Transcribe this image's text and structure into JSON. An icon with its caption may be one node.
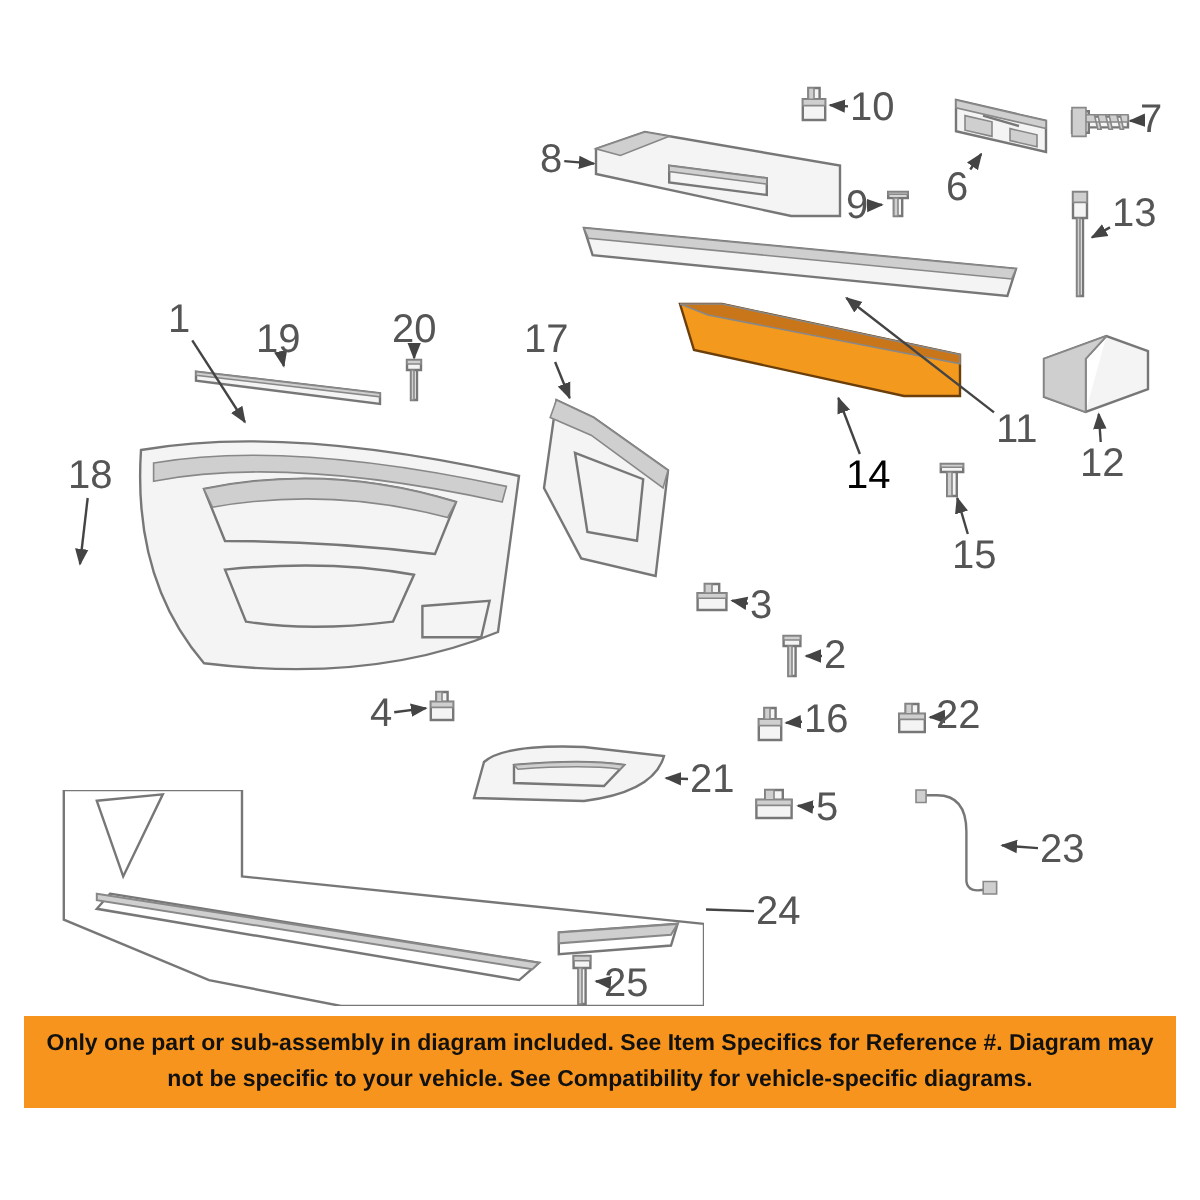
{
  "diagram": {
    "nodes": [
      {
        "text": [],
        "shape": "picture"
      },
      {
        "text": [
          "1"
        ]
      },
      {
        "text": [
          "2"
        ]
      },
      {
        "text": [
          "3"
        ]
      },
      {
        "text": [
          "4"
        ]
      },
      {
        "text": [
          "5"
        ]
      },
      {
        "text": [
          "6"
        ]
      },
      {
        "text": [
          "7"
        ]
      },
      {
        "text": [
          "8"
        ]
      },
      {
        "text": [
          "9"
        ]
      },
      {
        "text": [
          "10"
        ]
      },
      {
        "text": [
          "11"
        ]
      },
      {
        "text": [
          "12"
        ]
      },
      {
        "text": [
          "13"
        ]
      },
      {
        "text": [
          "14"
        ]
      },
      {
        "text": [
          "15"
        ]
      },
      {
        "text": [
          "16"
        ]
      },
      {
        "text": [
          "17"
        ]
      },
      {
        "text": [
          "18"
        ]
      },
      {
        "text": [
          "19"
        ]
      },
      {
        "text": [
          "20"
        ]
      },
      {
        "text": [
          "21"
        ]
      },
      {
        "text": [
          "22"
        ]
      },
      {
        "text": [
          "23"
        ]
      },
      {
        "text": [
          "24"
        ]
      },
      {
        "text": [
          "25"
        ],
        "in": 0
      },
      {
        "text": [],
        "shape": "picture"
      },
      {
        "text": [],
        "shape": "picture"
      },
      {
        "text": [],
        "shape": "picture"
      },
      {
        "text": [],
        "shape": "picture"
      },
      {
        "text": [],
        "shape": "picture"
      },
      {
        "text": [],
        "shape": "picture"
      },
      {
        "text": [],
        "shape": "picture"
      },
      {
        "text": [],
        "shape": "picture"
      },
      {
        "text": [],
        "shape": "picture"
      },
      {
        "text": [],
        "shape": "picture"
      },
      {
        "text": [],
        "shape": "picture"
      },
      {
        "text": [],
        "shape": "picture"
      },
      {
        "text": [],
        "shape": "picture"
      },
      {
        "text": [],
        "shape": "picture"
      },
      {
        "text": [],
        "shape": "picture"
      },
      {
        "text": [],
        "shape": "picture"
      },
      {
        "text": [],
        "shape": "picture"
      },
      {
        "text": [],
        "shape": "picture"
      },
      {
        "text": [],
        "shape": "picture"
      },
      {
        "text": [],
        "shape": "picture"
      },
      {
        "text": [],
        "shape": "picture"
      },
      {
        "text": [],
        "shape": "picture"
      },
      {
        "text": [],
        "shape": "picture",
        "in": 0
      },
      {
        "text": [
          "Only one part or sub-assembly in diagram included. See Item Specifics for Reference #. Diagram may not be specific to your vehicle. See Compatibility for vehicle-specific diagrams."
        ]
      }
    ],
    "edges": [
      {
        "from": 1,
        "to": 26,
        "arrow": "to"
      },
      {
        "from": 2,
        "to": 27,
        "arrow": "to"
      },
      {
        "from": 3,
        "to": 28,
        "arrow": "to"
      },
      {
        "from": 4,
        "to": 29,
        "arrow": "to"
      },
      {
        "from": 5,
        "to": 30,
        "arrow": "to"
      },
      {
        "from": 6,
        "to": 31,
        "arrow": "to"
      },
      {
        "from": 7,
        "to": 32,
        "arrow": "to"
      },
      {
        "from": 8,
        "to": 33,
        "arrow": "to"
      },
      {
        "from": 9,
        "to": 34,
        "arrow": "to"
      },
      {
        "from": 10,
        "to": 35,
        "arrow": "to"
      },
      {
        "from": 11,
        "to": 36,
        "arrow": "to"
      },
      {
        "from": 12,
        "to": 37,
        "arrow": "to"
      },
      {
        "from": 13,
        "to": 38,
        "arrow": "to"
      },
      {
        "from": 14,
        "to": 39,
        "arrow": "to"
      },
      {
        "from": 15,
        "to": 40,
        "arrow": "to"
      },
      {
        "from": 16,
        "to": 41,
        "arrow": "to"
      },
      {
        "from": 17,
        "to": 42,
        "arrow": "to"
      },
      {
        "from": 18,
        "to": null,
        "arrow": "to"
      },
      {
        "from": 19,
        "to": 43,
        "arrow": "to"
      },
      {
        "from": 20,
        "to": 44,
        "arrow": "to"
      },
      {
        "from": 21,
        "to": 45,
        "arrow": "to"
      },
      {
        "from": 22,
        "to": 46,
        "arrow": "to"
      },
      {
        "from": 23,
        "to": 47,
        "arrow": "to"
      },
      {
        "from": 24,
        "to": 0,
        "arrow": "none"
      },
      {
        "from": 25,
        "to": 48,
        "arrow": "to"
      }
    ]
  }
}
